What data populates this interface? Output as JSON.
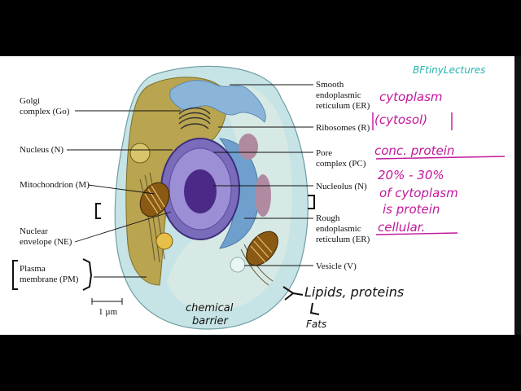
{
  "diagram": {
    "labels_left": {
      "golgi": [
        "Golgi",
        "complex (Go)"
      ],
      "nucleus": "Nucleus (N)",
      "mitochondrion": "Mitochondrion (M)",
      "nuclear_envelope": [
        "Nuclear",
        "envelope (NE)"
      ],
      "plasma_membrane": [
        "Plasma",
        "membrane (PM)"
      ]
    },
    "labels_right": {
      "smooth_er": [
        "Smooth",
        "endoplasmic",
        "reticulum (ER)"
      ],
      "ribosomes": "Ribosomes (R)",
      "pore_complex": [
        "Pore",
        "complex (PC)"
      ],
      "nucleolus": "Nucleolus (N)",
      "rough_er": [
        "Rough",
        "endoplasmic",
        "reticulum (ER)"
      ],
      "vesicle": "Vesicle (V)"
    },
    "scale_bar": "1 µm",
    "colors": {
      "cytoplasm": "#c6e3e5",
      "golgi_region": "#b9a44f",
      "nucleus": "#7a6bbb",
      "nucleolus": "#4a2a86",
      "er_blue": "#8ab4d8",
      "mitochondrion": "#8a5a14",
      "vacuole": "#b08aa0"
    }
  },
  "annotations": {
    "watermark": "BFtinyLectures",
    "lines": [
      "cytoplasm",
      "(cytosol)",
      "conc. protein",
      "20% - 30%",
      "of cytoplasm",
      "is protein",
      "cellular."
    ],
    "chemical_barrier": [
      "chemical",
      "barrier"
    ],
    "lipids_proteins": "Lipids, proteins",
    "fats": "Fats",
    "ink_color": "#c2189a",
    "watermark_color": "#27b3b0"
  }
}
